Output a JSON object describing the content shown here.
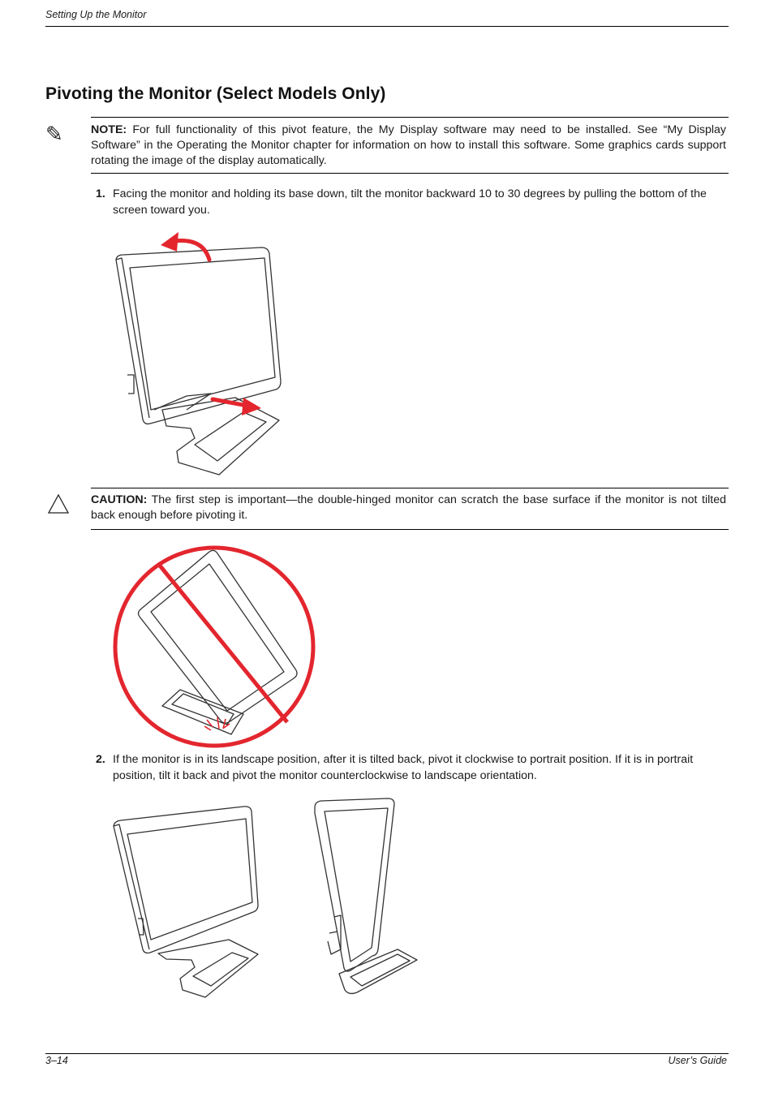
{
  "header": {
    "running_title": "Setting Up the Monitor"
  },
  "section": {
    "title": "Pivoting the Monitor (Select Models Only)"
  },
  "note": {
    "icon": "pencil-note-icon",
    "label": "NOTE:",
    "text": " For full functionality of this pivot feature, the My Display software may need to be installed. See “My Display Software” in the Operating the Monitor chapter for information on how to install this software. Some graphics cards support rotating the image of the display automatically."
  },
  "steps": [
    {
      "number": "1.",
      "text": "Facing the monitor and holding its base down, tilt the monitor backward 10 to 30 degrees by pulling the bottom of the screen toward you."
    },
    {
      "number": "2.",
      "text": "If the monitor is in its landscape position, after it is tilted back, pivot it clockwise to portrait position. If it is in portrait position, tilt it back and pivot the monitor counterclockwise to landscape orientation."
    }
  ],
  "caution": {
    "icon": "caution-triangle-icon",
    "label": "CAUTION:",
    "text": " The first step is important—the double-hinged monitor can scratch the base surface if the monitor is not tilted back enough before pivoting it."
  },
  "figures": {
    "accent_color": "#e3262e",
    "line_color": "#333333"
  },
  "footer": {
    "page_number": "3–14",
    "doc_title": "User’s Guide"
  }
}
